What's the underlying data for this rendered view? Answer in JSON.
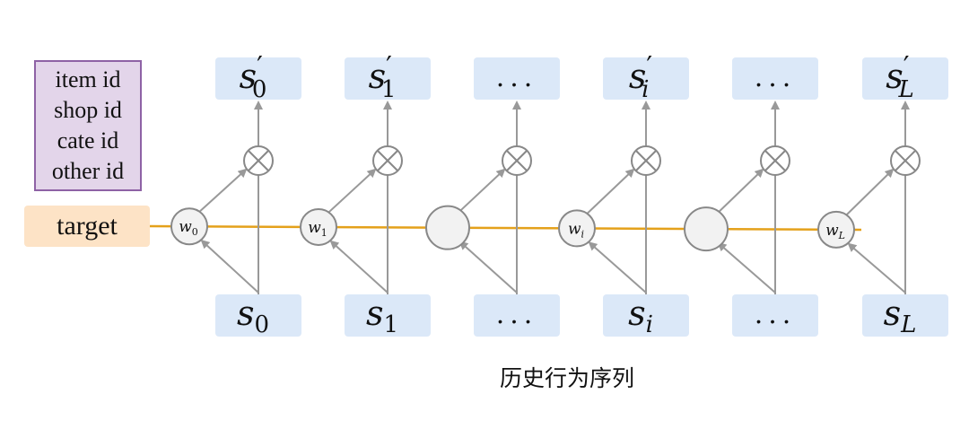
{
  "id_features": [
    "item id",
    "shop id",
    "cate id",
    "other id"
  ],
  "target_label": "target",
  "caption": "历史行为序列",
  "columns": [
    {
      "input": {
        "base": "s",
        "sub": "0"
      },
      "output": {
        "base": "s",
        "sub": "0",
        "prime": true
      },
      "weight": {
        "base": "w",
        "sub": "0"
      }
    },
    {
      "input": {
        "base": "s",
        "sub": "1"
      },
      "output": {
        "base": "s",
        "sub": "1",
        "prime": true
      },
      "weight": {
        "base": "w",
        "sub": "1"
      }
    },
    {
      "input": {
        "ellipsis": "..."
      },
      "output": {
        "ellipsis": "..."
      },
      "weight": null
    },
    {
      "input": {
        "base": "s",
        "sub": "i"
      },
      "output": {
        "base": "s",
        "sub": "i",
        "prime": true
      },
      "weight": {
        "base": "w",
        "sub": "i"
      }
    },
    {
      "input": {
        "ellipsis": "..."
      },
      "output": {
        "ellipsis": "..."
      },
      "weight": null
    },
    {
      "input": {
        "base": "s",
        "sub": "L"
      },
      "output": {
        "base": "s",
        "sub": "L",
        "prime": true
      },
      "weight": {
        "base": "w",
        "sub": "L"
      }
    }
  ],
  "multiply_symbol": "⊗",
  "colors": {
    "seq_box": "#dbe8f8",
    "target_box": "#fde3c6",
    "id_box_fill": "#e3d5ea",
    "id_box_border": "#8e62a5",
    "line": "#e4a11b",
    "arrow": "#999999",
    "node_fill": "#f2f2f2",
    "node_stroke": "#888888"
  }
}
